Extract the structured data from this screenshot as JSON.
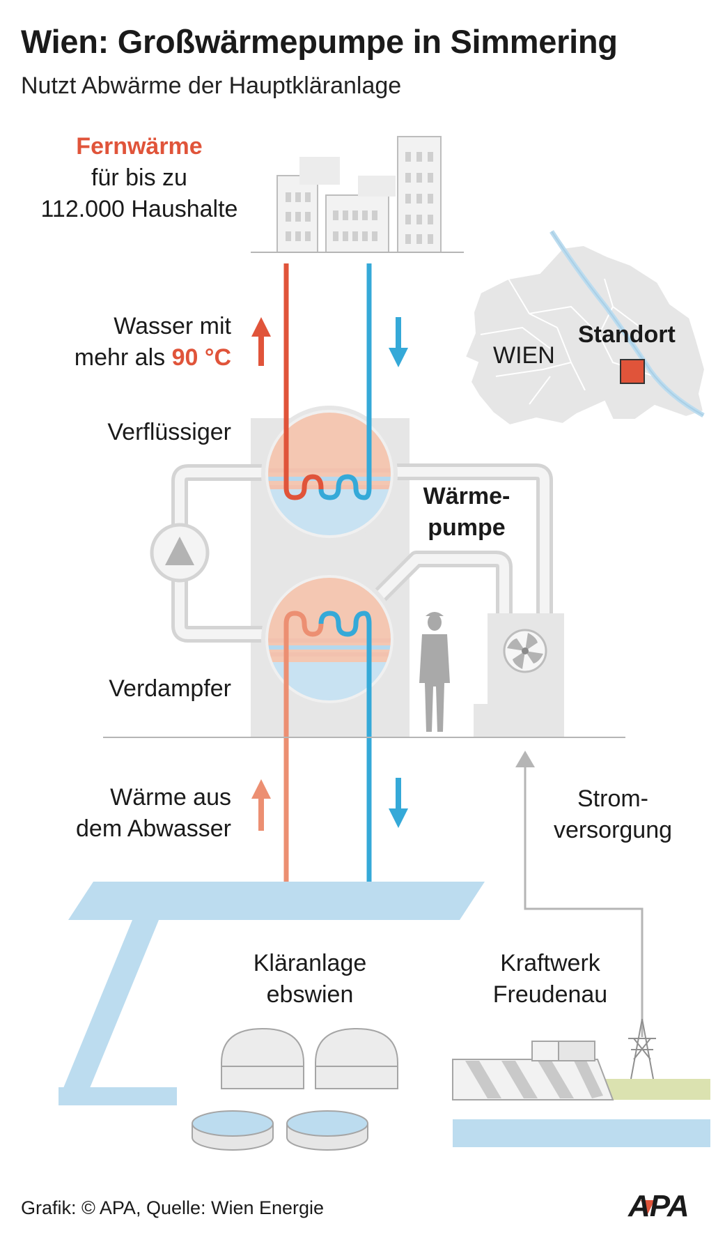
{
  "title": "Wien: Großwärmepumpe in Simmering",
  "subtitle": "Nutzt Abwärme der Hauptkläranlage",
  "fernwaerme": {
    "heading": "Fernwärme",
    "line2": "für bis zu",
    "line3": "112.000 Haushalte"
  },
  "wasser": {
    "line1": "Wasser mit",
    "line2_prefix": "mehr als",
    "temperature": "90 °C"
  },
  "map": {
    "city": "WIEN",
    "marker_label": "Standort"
  },
  "components": {
    "verfluessiger": "Verflüssiger",
    "verdampfer": "Verdampfer",
    "waermepumpe_line1": "Wärme-",
    "waermepumpe_line2": "pumpe"
  },
  "abwasser": {
    "line1": "Wärme aus",
    "line2": "dem Abwasser"
  },
  "strom": {
    "line1": "Strom-",
    "line2": "versorgung"
  },
  "klaeranlage": {
    "line1": "Kläranlage",
    "line2": "ebswien"
  },
  "kraftwerk": {
    "line1": "Kraftwerk",
    "line2": "Freudenau"
  },
  "footer": "Grafik: © APA, Quelle: Wien Energie",
  "logo": "APA",
  "colors": {
    "hot": "#e0543a",
    "cold": "#35a9d8",
    "warm_salmon": "#ec8f72",
    "grey": "#e6e6e6",
    "water": "#bcdcef"
  }
}
